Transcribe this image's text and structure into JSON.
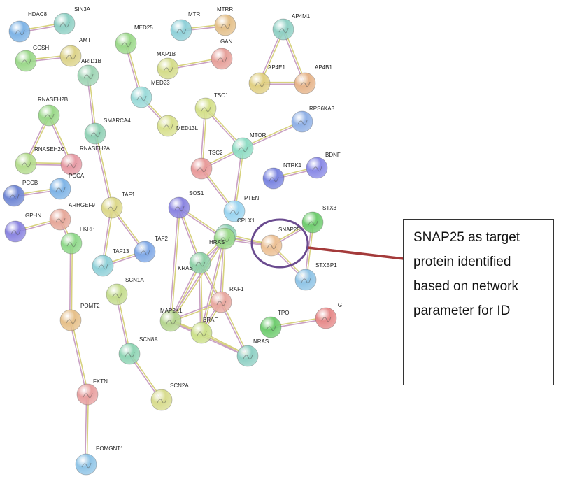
{
  "colors": {
    "edge_a": "#c9a0c4",
    "edge_b": "#d7d27e",
    "edge_c": "#7a7a7a",
    "highlight_ring": "#6a4b8f",
    "pointer_line": "#a43a3a",
    "box_border": "#333333"
  },
  "network": {
    "nodes": [
      {
        "id": "HDAC8",
        "color": "#7fb4e6"
      },
      {
        "id": "SIN3A",
        "color": "#8fd0c4"
      },
      {
        "id": "GCSH",
        "color": "#9bd88a"
      },
      {
        "id": "AMT",
        "color": "#dcd38a"
      },
      {
        "id": "MED25",
        "color": "#9bd88a"
      },
      {
        "id": "MTR",
        "color": "#8fd0d8"
      },
      {
        "id": "MTRR",
        "color": "#e4c08a"
      },
      {
        "id": "AP4M1",
        "color": "#8fd0c4"
      },
      {
        "id": "ARID1B",
        "color": "#9ed4b4"
      },
      {
        "id": "MAP1B",
        "color": "#d4dc8a"
      },
      {
        "id": "GAN",
        "color": "#e6a09a"
      },
      {
        "id": "MED23",
        "color": "#9adad8"
      },
      {
        "id": "AP4E1",
        "color": "#e0cf82"
      },
      {
        "id": "AP4B1",
        "color": "#e6b48a"
      },
      {
        "id": "RNASEH2B",
        "color": "#9bd88a"
      },
      {
        "id": "SMARCA4",
        "color": "#8fd0b4"
      },
      {
        "id": "TSC1",
        "color": "#d4e08a"
      },
      {
        "id": "RPS6KA3",
        "color": "#8fb0e6"
      },
      {
        "id": "MED13L",
        "color": "#d8e08e"
      },
      {
        "id": "MTOR",
        "color": "#8fdcc4"
      },
      {
        "id": "TSC2",
        "color": "#e89a9a"
      },
      {
        "id": "RNASEH2C",
        "color": "#b4dc8e"
      },
      {
        "id": "RNASEH2A",
        "color": "#e69aa4"
      },
      {
        "id": "NTRK1",
        "color": "#7a84e0"
      },
      {
        "id": "BDNF",
        "color": "#8a8ae6"
      },
      {
        "id": "PCCB",
        "color": "#6f86d4"
      },
      {
        "id": "PCCA",
        "color": "#7fb4e6"
      },
      {
        "id": "TAF1",
        "color": "#dcd88a"
      },
      {
        "id": "SOS1",
        "color": "#8a84e0"
      },
      {
        "id": "PTEN",
        "color": "#9ad4f0"
      },
      {
        "id": "GPHN",
        "color": "#8a84e0"
      },
      {
        "id": "ARHGEF9",
        "color": "#e6a89a"
      },
      {
        "id": "CPLX1",
        "color": "#8fd0b4"
      },
      {
        "id": "STX3",
        "color": "#6fcc6f"
      },
      {
        "id": "FKRP",
        "color": "#8fd88a"
      },
      {
        "id": "HRAS",
        "color": "#9bd88a"
      },
      {
        "id": "SNAP25",
        "color": "#ecc094"
      },
      {
        "id": "TAF2",
        "color": "#7fa8e6"
      },
      {
        "id": "TAF13",
        "color": "#8fd0d8"
      },
      {
        "id": "KRAS",
        "color": "#8fd0a8"
      },
      {
        "id": "STXBP1",
        "color": "#8fc4e6"
      },
      {
        "id": "SCN1A",
        "color": "#c4dc8e"
      },
      {
        "id": "RAF1",
        "color": "#e8a8a0"
      },
      {
        "id": "POMT2",
        "color": "#e6c08a"
      },
      {
        "id": "MAP2K1",
        "color": "#b4d48e"
      },
      {
        "id": "BRAF",
        "color": "#cce08a"
      },
      {
        "id": "TPO",
        "color": "#6fcc6f"
      },
      {
        "id": "TG",
        "color": "#e68a8a"
      },
      {
        "id": "SCN8A",
        "color": "#8fd4b4"
      },
      {
        "id": "NRAS",
        "color": "#8fd0c4"
      },
      {
        "id": "FKTN",
        "color": "#e8a0a0"
      },
      {
        "id": "SCN2A",
        "color": "#d8dc8e"
      },
      {
        "id": "POMGNT1",
        "color": "#8fc4e6"
      }
    ],
    "edges": [
      [
        "HDAC8",
        "SIN3A"
      ],
      [
        "GCSH",
        "AMT"
      ],
      [
        "MTR",
        "MTRR"
      ],
      [
        "MAP1B",
        "GAN"
      ],
      [
        "AP4M1",
        "AP4E1"
      ],
      [
        "AP4M1",
        "AP4B1"
      ],
      [
        "AP4E1",
        "AP4B1"
      ],
      [
        "MED25",
        "MED23"
      ],
      [
        "MED23",
        "MED13L"
      ],
      [
        "ARID1B",
        "SMARCA4"
      ],
      [
        "SMARCA4",
        "TAF1"
      ],
      [
        "RNASEH2B",
        "RNASEH2C"
      ],
      [
        "RNASEH2B",
        "RNASEH2A"
      ],
      [
        "RNASEH2C",
        "RNASEH2A"
      ],
      [
        "PCCB",
        "PCCA"
      ],
      [
        "GPHN",
        "ARHGEF9"
      ],
      [
        "ARHGEF9",
        "FKRP"
      ],
      [
        "FKRP",
        "POMT2"
      ],
      [
        "POMT2",
        "FKTN"
      ],
      [
        "FKTN",
        "POMGNT1"
      ],
      [
        "TSC1",
        "TSC2"
      ],
      [
        "TSC1",
        "MTOR"
      ],
      [
        "TSC2",
        "MTOR"
      ],
      [
        "MTOR",
        "RPS6KA3"
      ],
      [
        "TSC2",
        "PTEN"
      ],
      [
        "MTOR",
        "PTEN"
      ],
      [
        "NTRK1",
        "BDNF"
      ],
      [
        "TAF1",
        "TAF13"
      ],
      [
        "TAF1",
        "TAF2"
      ],
      [
        "TAF13",
        "TAF2"
      ],
      [
        "SCN1A",
        "SCN8A"
      ],
      [
        "SCN8A",
        "SCN2A"
      ],
      [
        "SOS1",
        "KRAS"
      ],
      [
        "SOS1",
        "HRAS"
      ],
      [
        "SOS1",
        "MAP2K1"
      ],
      [
        "KRAS",
        "HRAS"
      ],
      [
        "KRAS",
        "RAF1"
      ],
      [
        "KRAS",
        "MAP2K1"
      ],
      [
        "KRAS",
        "BRAF"
      ],
      [
        "HRAS",
        "RAF1"
      ],
      [
        "HRAS",
        "MAP2K1"
      ],
      [
        "HRAS",
        "BRAF"
      ],
      [
        "HRAS",
        "SNAP25"
      ],
      [
        "RAF1",
        "MAP2K1"
      ],
      [
        "RAF1",
        "BRAF"
      ],
      [
        "MAP2K1",
        "BRAF"
      ],
      [
        "RAF1",
        "NRAS"
      ],
      [
        "BRAF",
        "NRAS"
      ],
      [
        "MAP2K1",
        "NRAS"
      ],
      [
        "TPO",
        "TG"
      ],
      [
        "CPLX1",
        "SNAP25"
      ],
      [
        "SNAP25",
        "STX3"
      ],
      [
        "SNAP25",
        "STXBP1"
      ],
      [
        "STX3",
        "STXBP1"
      ]
    ],
    "highlighted_node": "SNAP25"
  },
  "callout": {
    "lines": [
      "SNAP25 as target",
      "protein identified",
      "based on network",
      "parameter for ID"
    ]
  }
}
